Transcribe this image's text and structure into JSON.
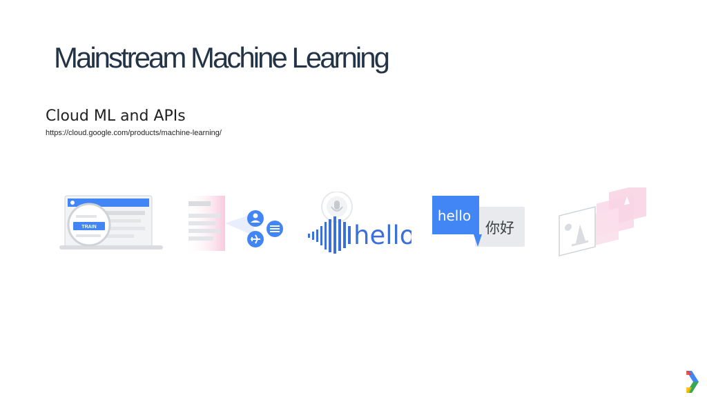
{
  "slide": {
    "title": "Mainstream Machine Learning",
    "subtitle": "Cloud ML and APIs",
    "link": "https://cloud.google.com/products/machine-learning/"
  },
  "illustrations": {
    "train": {
      "button_label": "TRAIN"
    },
    "speech": {
      "word": "hello"
    },
    "translate": {
      "source_word": "hello",
      "target_word": "你好"
    }
  },
  "colors": {
    "title": "#243447",
    "google_blue": "#4285f4",
    "speech_blue": "#3b6fd9",
    "translate_bg": "#e8eaed",
    "pink": "#f8c9dd",
    "chevron_blue": "#4285f4",
    "chevron_green": "#34a853",
    "chevron_yellow": "#fbbc05",
    "chevron_red": "#ea4335"
  },
  "icons": [
    "magnifier-icon",
    "user-icon",
    "list-icon",
    "airplane-icon",
    "microphone-icon",
    "sailboat-icon",
    "google-chevron-icon"
  ]
}
